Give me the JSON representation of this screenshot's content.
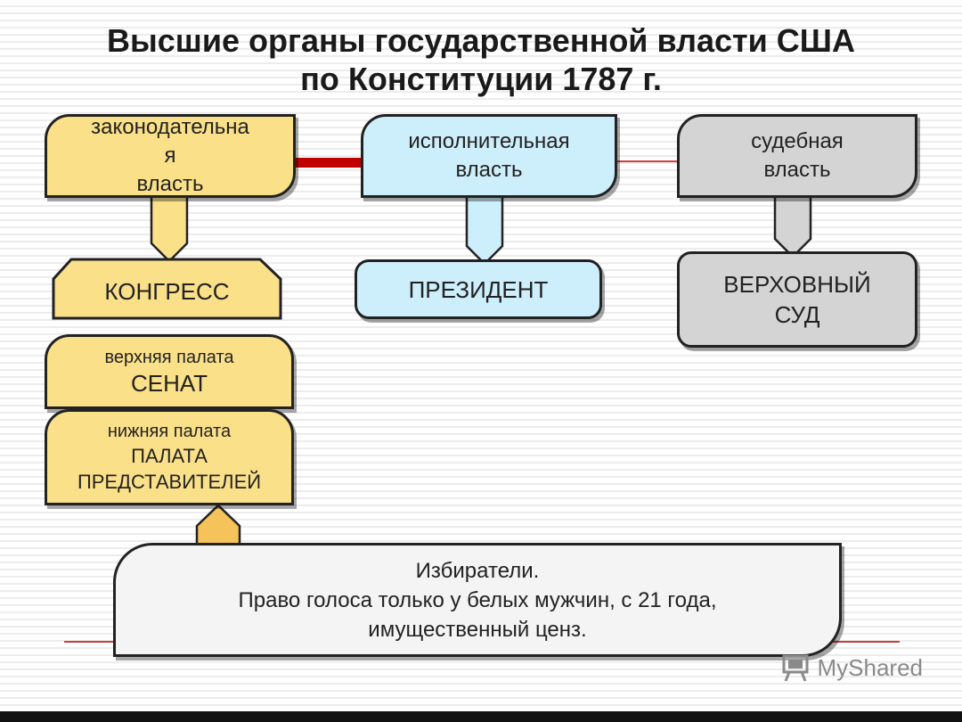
{
  "title": {
    "line1": "Высшие органы государственной власти США",
    "line2": "по Конституции 1787 г."
  },
  "branches": {
    "legislative": {
      "lines": [
        "законодательна",
        "я",
        "власть"
      ],
      "body": "КОНГРЕСС"
    },
    "executive": {
      "lines": [
        "исполнительная",
        "власть"
      ],
      "body": "ПРЕЗИДЕНТ"
    },
    "judicial": {
      "lines": [
        "судебная",
        "власть"
      ],
      "body_lines": [
        "ВЕРХОВНЫЙ",
        "СУД"
      ]
    }
  },
  "chambers": {
    "upper": {
      "label": "верхняя палата",
      "name": "СЕНАТ"
    },
    "lower": {
      "label": "нижняя палата",
      "name_lines": [
        "ПАЛАТА",
        "ПРЕДСТАВИТЕЛЕЙ"
      ]
    }
  },
  "voters": {
    "lines": [
      "Избиратели.",
      "Право голоса только у белых мужчин, с 21 года,",
      "имущественный ценз."
    ]
  },
  "watermark": "MyShared",
  "colors": {
    "legislative": "#fbe08a",
    "executive": "#cdeefb",
    "judicial": "#d4d4d4",
    "connector": "#c00000"
  }
}
